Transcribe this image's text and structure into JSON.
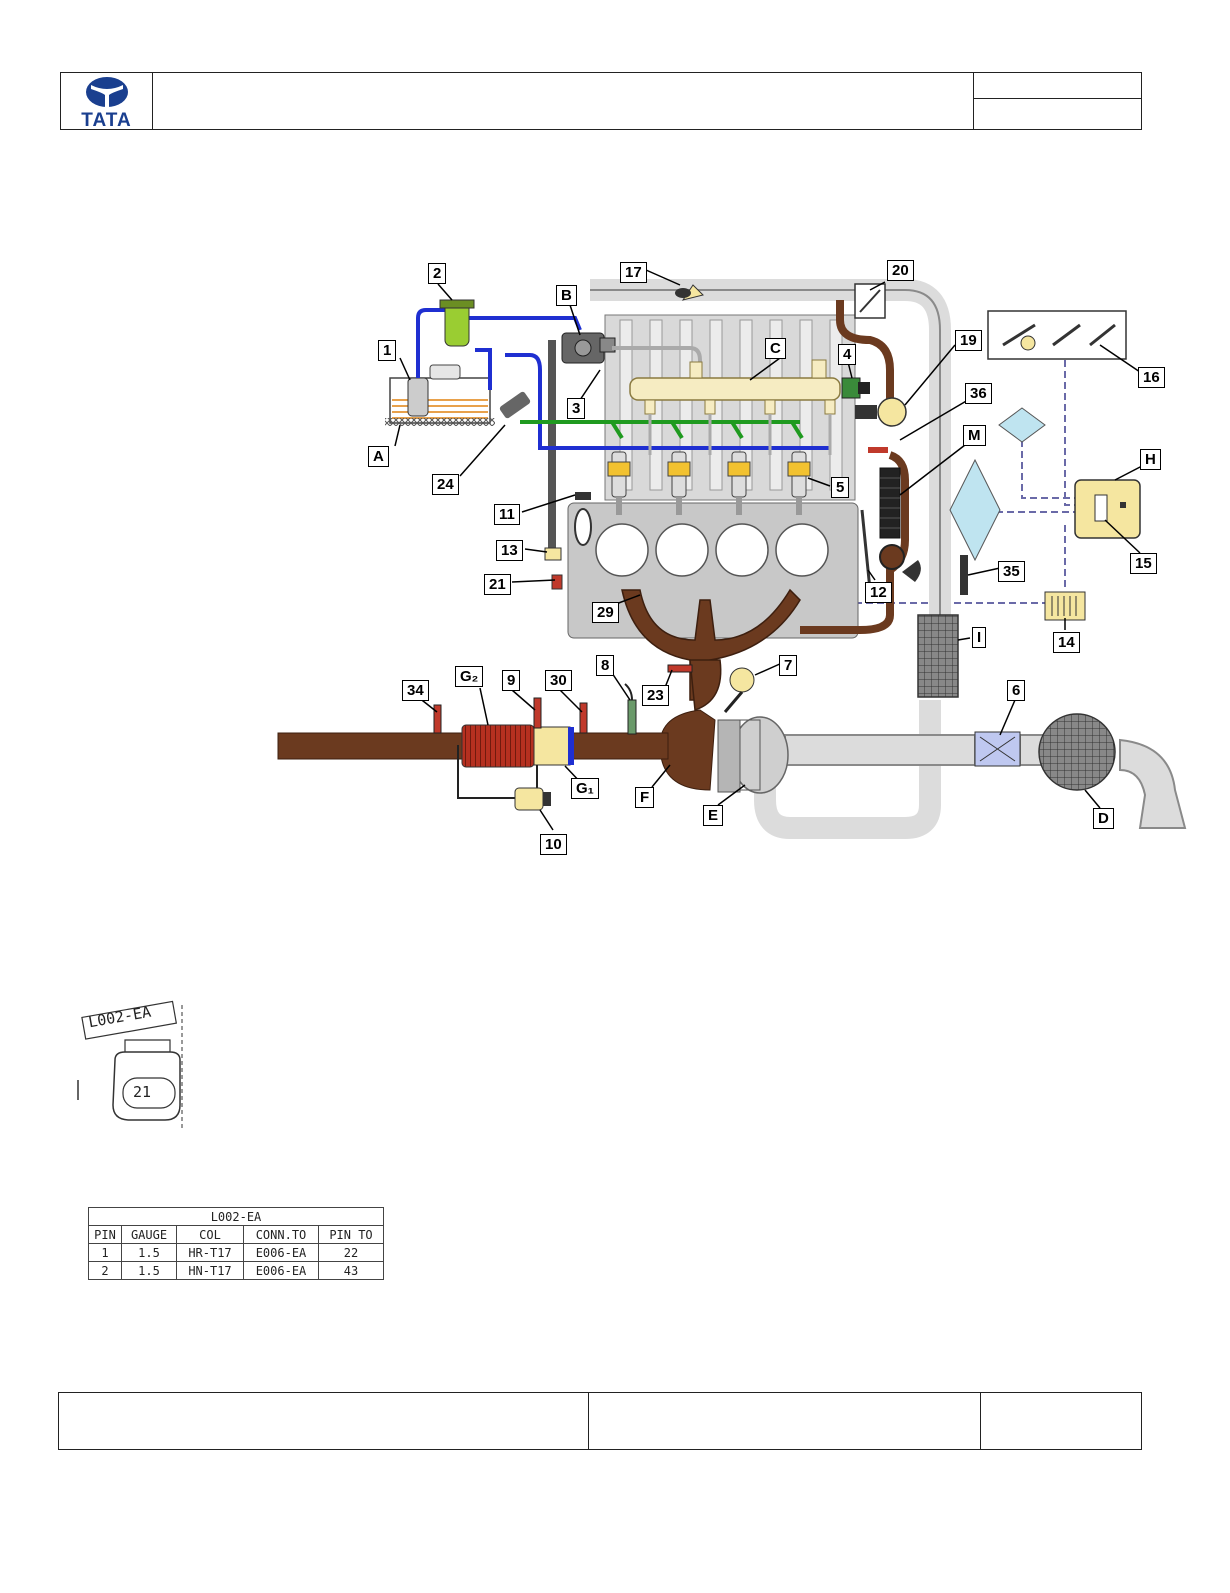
{
  "header": {
    "logo_text": "TATA",
    "title": "",
    "ref_top": "",
    "ref_bottom": ""
  },
  "diagram": {
    "labels": {
      "n1": "1",
      "n2": "2",
      "B": "B",
      "n17": "17",
      "n20": "20",
      "C": "C",
      "n4": "4",
      "n19": "19",
      "n36": "36",
      "n16": "16",
      "n3": "3",
      "A": "A",
      "n24": "24",
      "M": "M",
      "H": "H",
      "n5": "5",
      "n11": "11",
      "n13": "13",
      "n21": "21",
      "n29": "29",
      "n12": "12",
      "n35": "35",
      "n15": "15",
      "n14": "14",
      "I": "I",
      "n34": "34",
      "G2": "G₂",
      "n9": "9",
      "n30": "30",
      "n8": "8",
      "n23": "23",
      "n7": "7",
      "n6": "6",
      "G1": "G₁",
      "F": "F",
      "E": "E",
      "D": "D",
      "n10": "10"
    },
    "colors": {
      "exhaust": "#6b3a1f",
      "fuel_supply": "#1f2fd1",
      "fuel_return": "#1f9a1f",
      "rail": "#f6ecc2",
      "block": "#c8c8c8",
      "intake": "#dcdcdc",
      "signal": "#6a6aa8",
      "ecu": "#f5e6a0"
    }
  },
  "connector": {
    "id_label": "L002-EA",
    "number": "21"
  },
  "pin_table": {
    "title": "L002-EA",
    "headers": [
      "PIN",
      "GAUGE",
      "COL",
      "CONN.TO",
      "PIN TO"
    ],
    "rows": [
      [
        "1",
        "1.5",
        "HR-T17",
        "E006-EA",
        "22"
      ],
      [
        "2",
        "1.5",
        "HN-T17",
        "E006-EA",
        "43"
      ]
    ]
  },
  "footer": {
    "left": "",
    "center": "",
    "right": ""
  }
}
